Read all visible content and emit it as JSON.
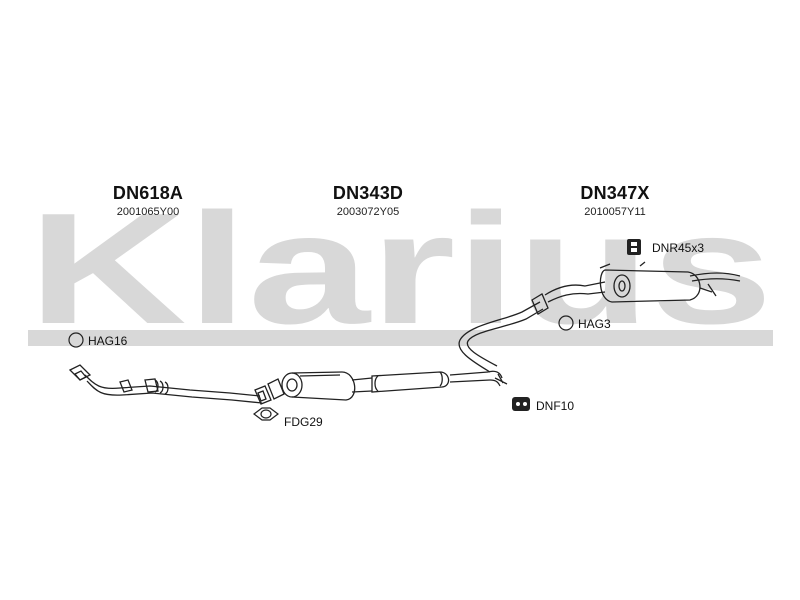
{
  "watermark": {
    "text": "Klarius",
    "color": "#d8d8d8"
  },
  "sections": [
    {
      "code": "DN618A",
      "ref": "2001065Y00"
    },
    {
      "code": "DN343D",
      "ref": "2003072Y05"
    },
    {
      "code": "DN347X",
      "ref": "2010057Y11"
    }
  ],
  "accessories": {
    "hag16": "HAG16",
    "fdg29": "FDG29",
    "hag3": "HAG3",
    "dnf10": "DNF10",
    "dnr45": "DNR45x3"
  },
  "colors": {
    "line": "#222222",
    "watermark": "#d8d8d8"
  }
}
